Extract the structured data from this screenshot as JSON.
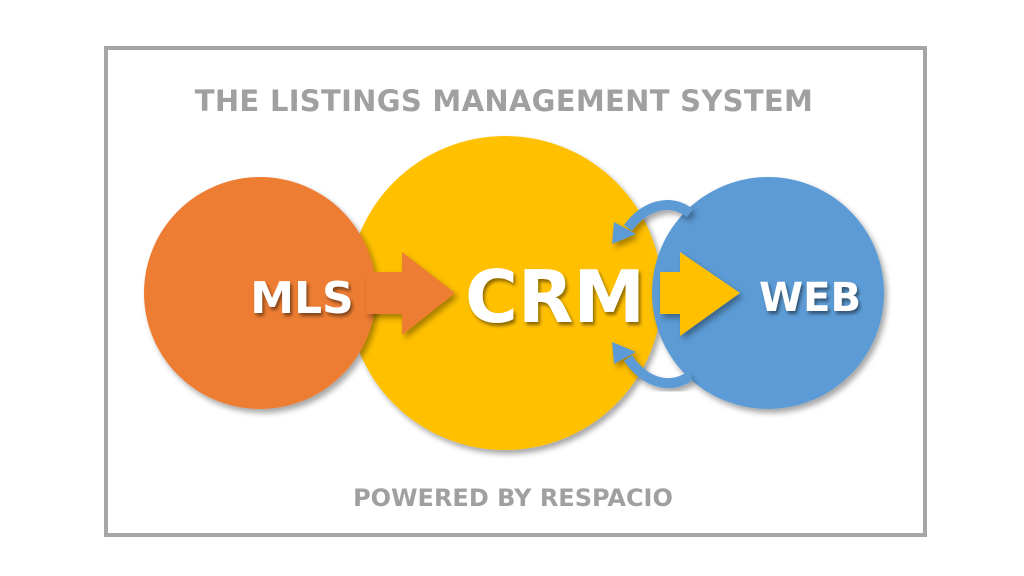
{
  "title": "THE LISTINGS MANAGEMENT SYSTEM",
  "footer": "POWERED BY RESPACIO",
  "nodes": [
    {
      "id": "mls",
      "label": "MLS",
      "color": "#ed7d31"
    },
    {
      "id": "crm",
      "label": "CRM",
      "color": "#ffc000"
    },
    {
      "id": "web",
      "label": "WEB",
      "color": "#5b9bd5"
    }
  ],
  "edges": [
    {
      "from": "mls",
      "to": "crm",
      "style": "straight-arrow",
      "color": "#ed7d31"
    },
    {
      "from": "crm",
      "to": "web",
      "style": "straight-arrow",
      "color": "#ffc000"
    },
    {
      "from": "web",
      "to": "crm",
      "style": "curved-arrow-top",
      "color": "#5b9bd5"
    },
    {
      "from": "web",
      "to": "crm",
      "style": "curved-arrow-bottom",
      "color": "#5b9bd5"
    }
  ],
  "colors": {
    "frame": "#a6a6a6",
    "text_gray": "#a0a0a0"
  }
}
